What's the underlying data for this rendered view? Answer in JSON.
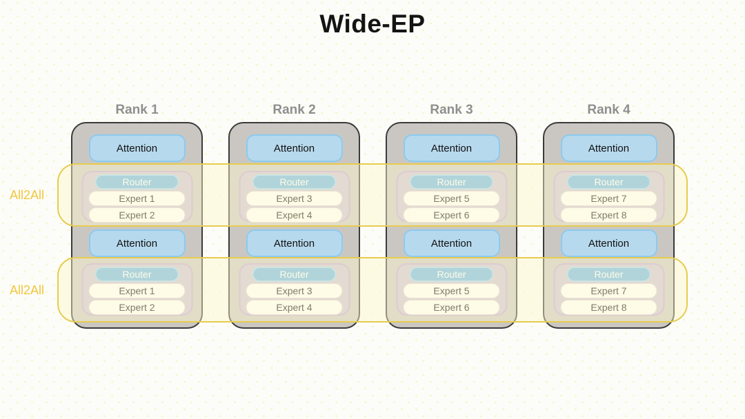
{
  "title": "Wide-EP",
  "block_labels": {
    "attention": "Attention",
    "router": "Router"
  },
  "bands": [
    {
      "label": "All2All"
    },
    {
      "label": "All2All"
    }
  ],
  "ranks": [
    {
      "label": "Rank 1",
      "experts": [
        "Expert 1",
        "Expert 2"
      ]
    },
    {
      "label": "Rank 2",
      "experts": [
        "Expert 3",
        "Expert 4"
      ]
    },
    {
      "label": "Rank 3",
      "experts": [
        "Expert 5",
        "Expert 6"
      ]
    },
    {
      "label": "Rank 4",
      "experts": [
        "Expert 7",
        "Expert 8"
      ]
    }
  ],
  "colors": {
    "rank_box_fill": "#cac7c2",
    "rank_box_border": "#3a3a3a",
    "attention_fill": "#b7d9ed",
    "attention_border": "#8ccaf0",
    "router_fill": "#6fb6e6",
    "router_border": "#a5d6f4",
    "expert_fill": "#fefdfd",
    "expert_border": "#ddd5dd",
    "moe_fill": "#cdc1d5",
    "moe_border": "#c2a6d6",
    "band_fill_rgba": "rgba(255,248,205,0.45)",
    "band_border": "#e6cc4f",
    "band_label": "#f2c73d"
  }
}
